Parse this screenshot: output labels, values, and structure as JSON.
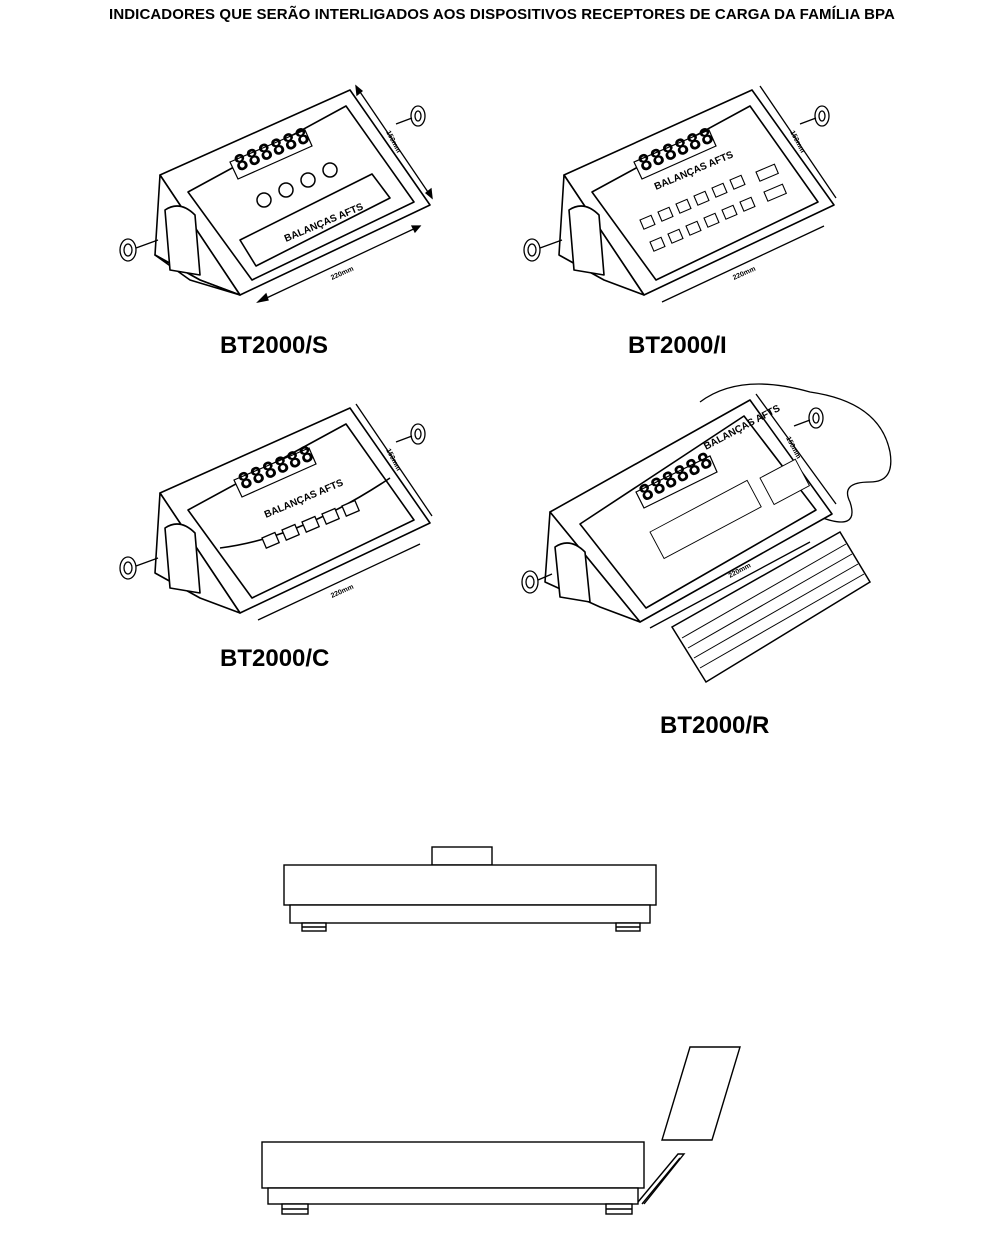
{
  "header": {
    "title": "INDICADORES QUE SERÃO INTERLIGADOS AOS DISPOSITIVOS RECEPTORES DE CARGA DA FAMÍLIA BPA"
  },
  "models": [
    {
      "label": "BT2000/S"
    },
    {
      "label": "BT2000/I"
    },
    {
      "label": "BT2000/C"
    },
    {
      "label": "BT2000/R"
    }
  ],
  "device_text": {
    "brand": "BALANÇAS AFTS",
    "width_dim": "220mm",
    "height_dim": "150mm",
    "display": "888888"
  },
  "icons": [
    "thumb-screw-icon",
    "keyboard-icon",
    "scale-platform-icon"
  ]
}
